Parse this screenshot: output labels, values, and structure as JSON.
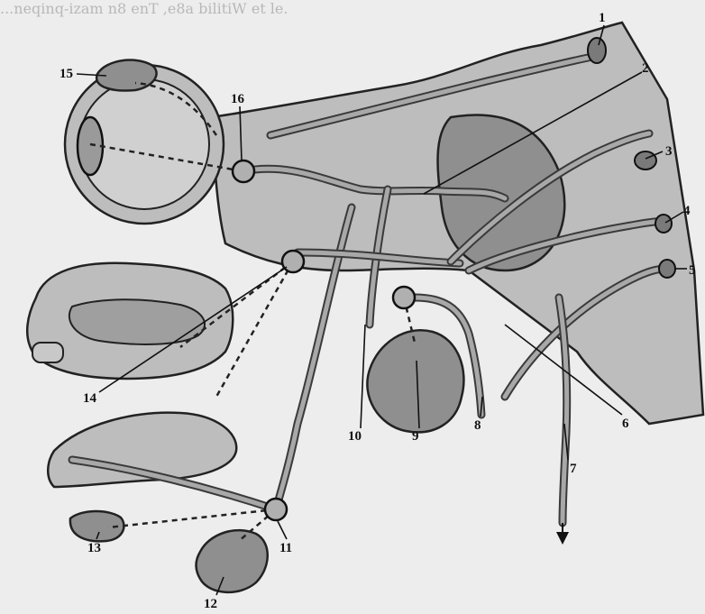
{
  "header_text": "...neqinq-izam n8 enT ,e8a bilitiW et le.",
  "callouts": [
    "1",
    "2",
    "3",
    "4",
    "5",
    "6",
    "7",
    "8",
    "9",
    "10",
    "11",
    "12",
    "13",
    "14",
    "15",
    "16"
  ]
}
